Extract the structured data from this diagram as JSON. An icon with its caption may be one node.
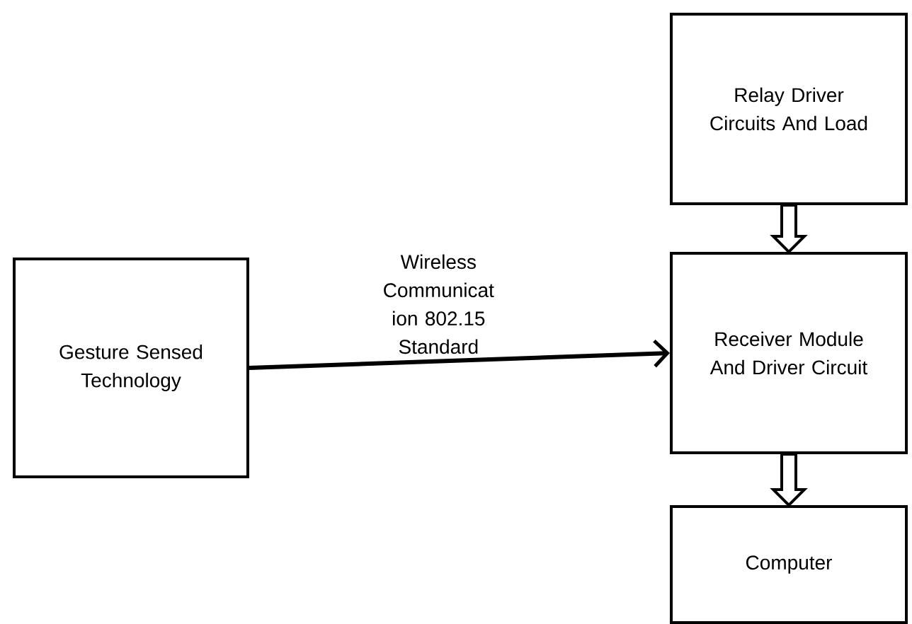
{
  "diagram": {
    "nodes": [
      {
        "text": [
          "Gesture Sensed Technology"
        ]
      },
      {
        "text": [
          "Relay Driver Circuits And Load"
        ]
      },
      {
        "text": [
          "Receiver Module And Driver Circuit"
        ]
      },
      {
        "text": [
          "Computer"
        ]
      }
    ],
    "edges": [
      {
        "from": 0,
        "to": 2,
        "arrow": "to",
        "label": "Wireless Communicat ion 802.15 Standard"
      },
      {
        "from": 1,
        "to": 2,
        "arrow": "to"
      },
      {
        "from": 2,
        "to": 3,
        "arrow": "to"
      }
    ]
  }
}
